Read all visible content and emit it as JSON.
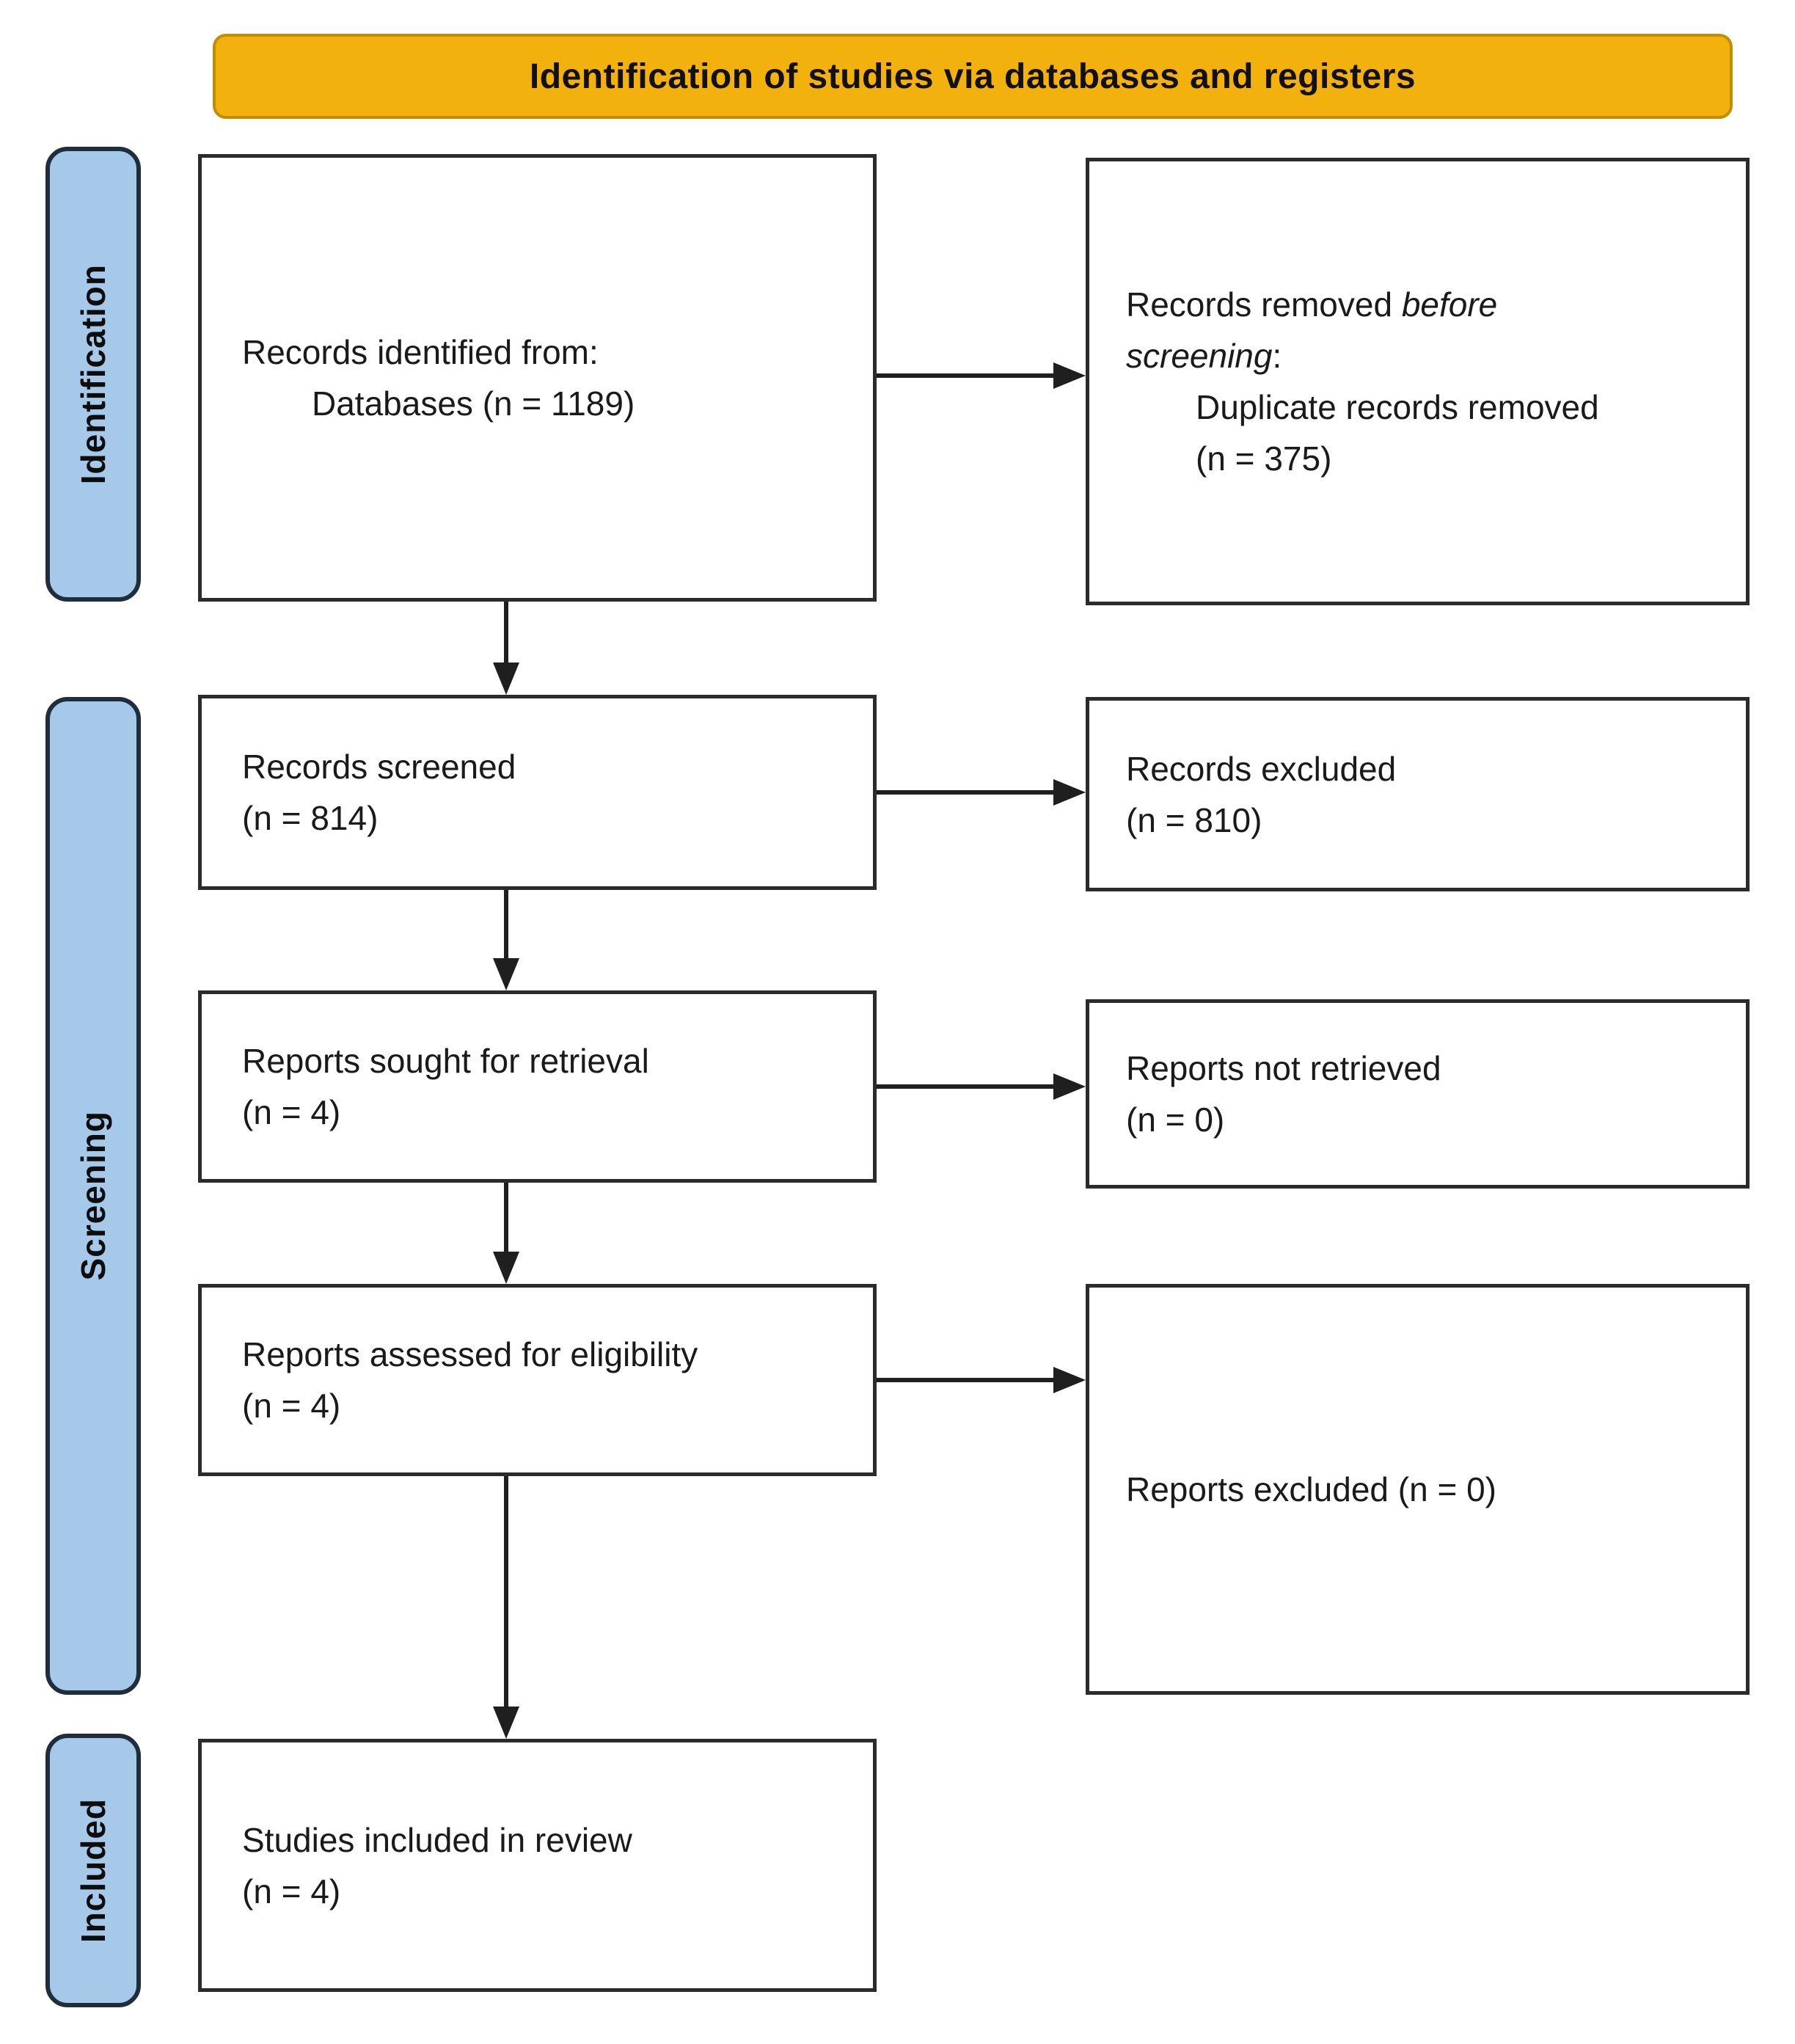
{
  "banner": {
    "label": "Identification of studies via databases and registers"
  },
  "stages": [
    {
      "label": "Identification"
    },
    {
      "label": "Screening"
    },
    {
      "label": "Included"
    }
  ],
  "boxes": {
    "records_identified": {
      "line1": "Records identified from:",
      "sub_line1": "Databases (n = 1189)"
    },
    "records_removed": {
      "line1_text": "Records removed ",
      "line1_italic": "before",
      "line2_italic": "screening",
      "line2_suffix": ":",
      "sub_line1": "Duplicate records removed",
      "sub_line2": "(n = 375)"
    },
    "records_screened": {
      "line1": "Records screened",
      "line2": "(n = 814)"
    },
    "records_excluded": {
      "line1": "Records excluded",
      "line2": "(n = 810)"
    },
    "reports_sought": {
      "line1": "Reports sought for retrieval",
      "line2": "(n = 4)"
    },
    "reports_not_retrieved": {
      "line1": "Reports not retrieved",
      "line2": "(n = 0)"
    },
    "reports_assessed": {
      "line1": "Reports assessed for eligibility",
      "line2": "(n = 4)"
    },
    "reports_excluded": {
      "line1": "Reports excluded (n = 0)"
    },
    "studies_included": {
      "line1": "Studies included in review",
      "line2": "(n = 4)"
    }
  },
  "colors": {
    "banner-bg": "#F2B10D",
    "banner-border": "#BF8F00",
    "stage-bg": "#A7C9E9",
    "stage-border": "#1F2D3D",
    "box-border": "#2B2B2B",
    "arrow": "#1F1F1F",
    "text": "#1A1A1A"
  }
}
